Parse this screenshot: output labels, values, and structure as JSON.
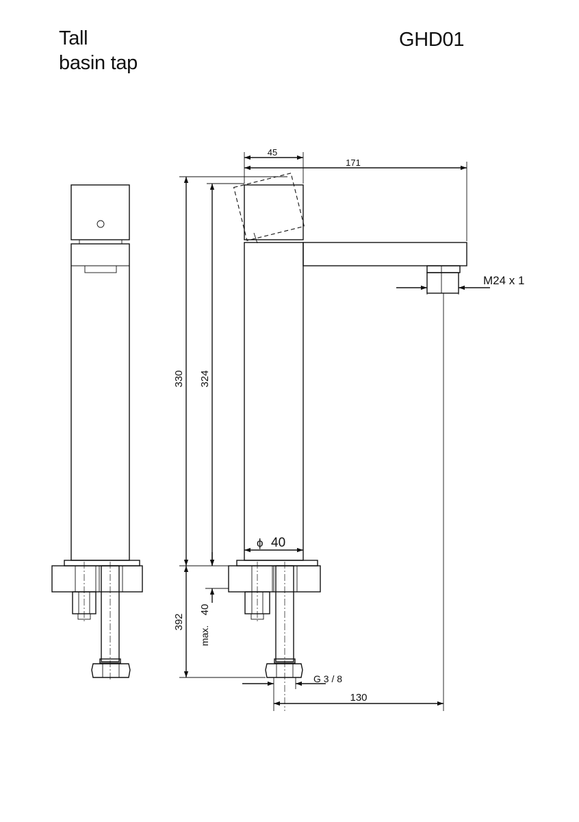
{
  "title": {
    "line1": "Tall",
    "line2": "basin tap"
  },
  "product_code": "GHD01",
  "dimensions": {
    "handle_width": "45",
    "total_depth": "171",
    "thread": "M24 x 1",
    "total_height": "330",
    "body_height": "324",
    "diameter_symbol": "ϕ",
    "diameter": "40",
    "below_deck": "392",
    "max_label": "max.",
    "max_value": "40",
    "connection": "G 3 / 8",
    "spout_reach": "130"
  },
  "colors": {
    "line": "#111111",
    "background": "#ffffff"
  }
}
